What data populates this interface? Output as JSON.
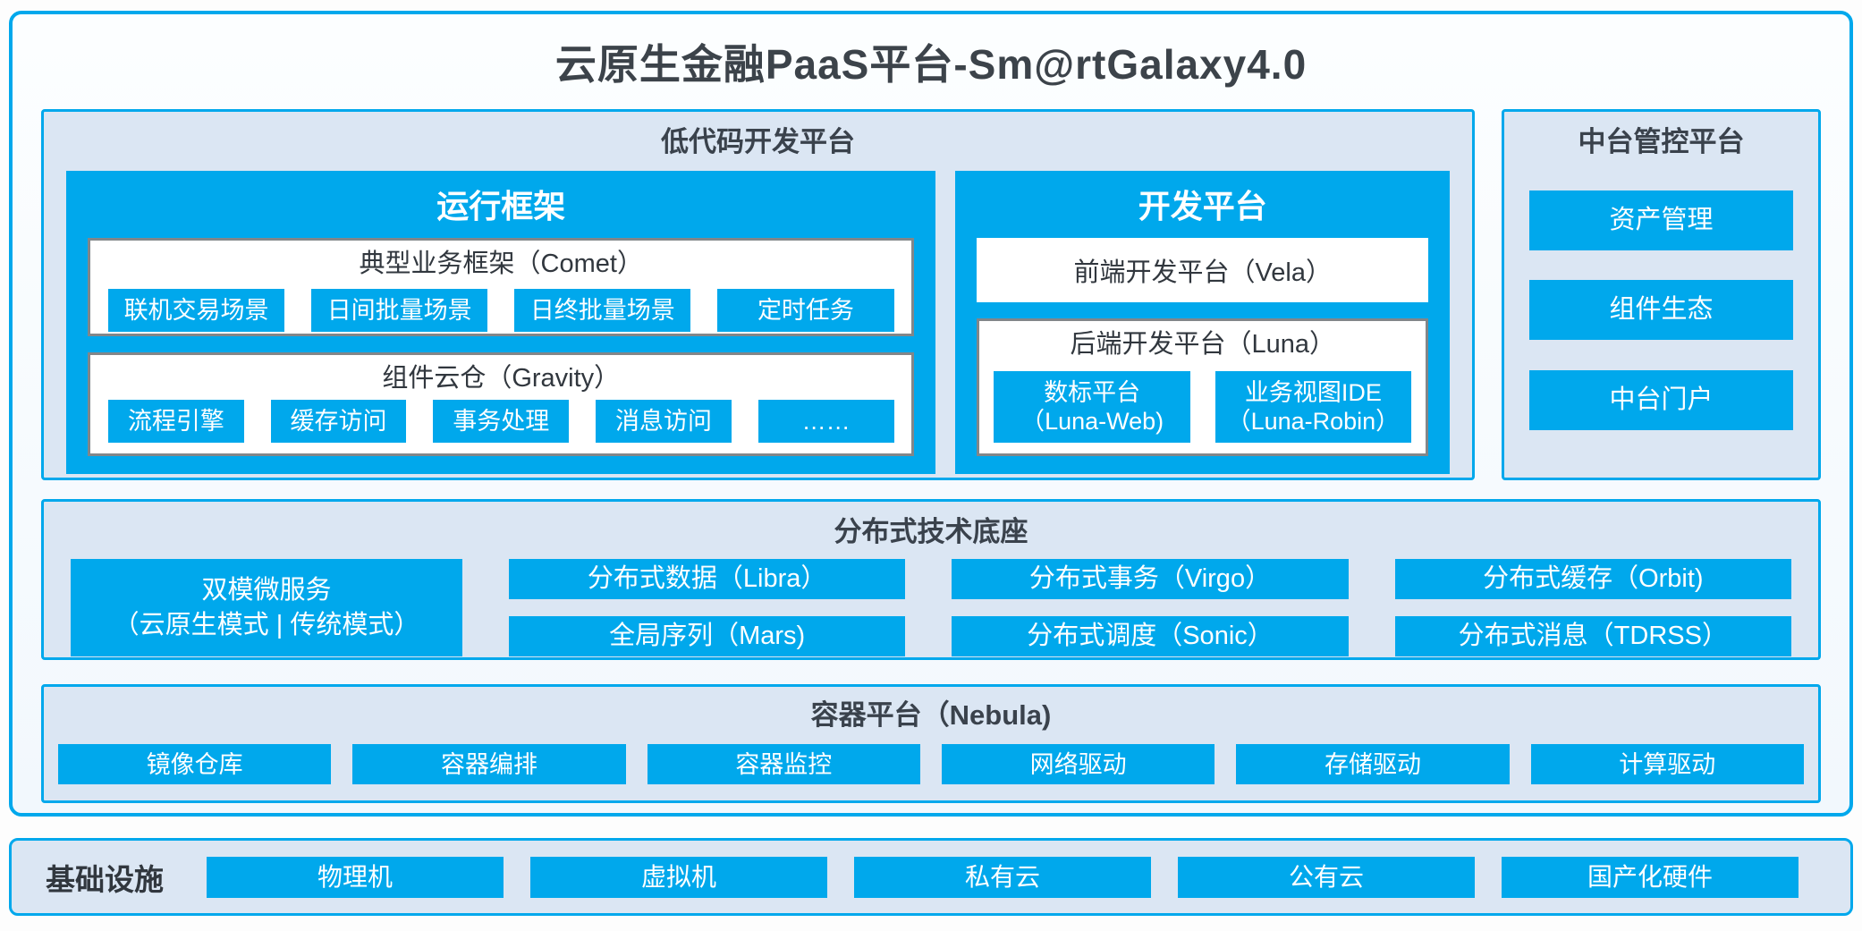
{
  "title": "云原生金融PaaS平台-Sm@rtGalaxy4.0",
  "colors": {
    "accent_blue": "#00a8ec",
    "panel_background": "#dbe6f3",
    "dark_text": "#3a424c",
    "subbox_border_gray": "#828689"
  },
  "lowcode": {
    "header": "低代码开发平台",
    "runtime": {
      "title": "运行框架",
      "comet": {
        "title": "典型业务框架（Comet）",
        "items": [
          "联机交易场景",
          "日间批量场景",
          "日终批量场景",
          "定时任务"
        ]
      },
      "gravity": {
        "title": "组件云仓（Gravity）",
        "items": [
          "流程引擎",
          "缓存访问",
          "事务处理",
          "消息访问",
          "……"
        ]
      }
    },
    "devplat": {
      "title": "开发平台",
      "vela": "前端开发平台（Vela）",
      "luna": {
        "title": "后端开发平台（Luna）",
        "items": [
          {
            "line1": "数标平台",
            "line2": "（Luna-Web)"
          },
          {
            "line1": "业务视图IDE",
            "line2": "（Luna-Robin）"
          }
        ]
      }
    }
  },
  "midplatform": {
    "header": "中台管控平台",
    "items": [
      "资产管理",
      "组件生态",
      "中台门户"
    ]
  },
  "distributed": {
    "header": "分布式技术底座",
    "dual_service": {
      "line1": "双模微服务",
      "line2": "（云原生模式 | 传统模式）"
    },
    "grid": [
      "分布式数据（Libra）",
      "分布式事务（Virgo）",
      "分布式缓存（Orbit)",
      "全局序列（Mars)",
      "分布式调度（Sonic）",
      "分布式消息（TDRSS）"
    ]
  },
  "container_platform": {
    "header": "容器平台（Nebula)",
    "items": [
      "镜像仓库",
      "容器编排",
      "容器监控",
      "网络驱动",
      "存储驱动",
      "计算驱动"
    ]
  },
  "infrastructure": {
    "header": "基础设施",
    "items": [
      "物理机",
      "虚拟机",
      "私有云",
      "公有云",
      "国产化硬件"
    ]
  }
}
